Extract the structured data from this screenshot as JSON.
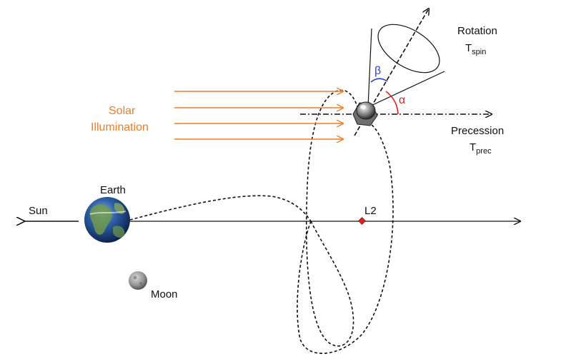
{
  "labels": {
    "sun": "Sun",
    "earth": "Earth",
    "moon": "Moon",
    "l2": "L2",
    "solar_line1": "Solar",
    "solar_line2": "Illumination",
    "rotation": "Rotation",
    "t_spin_main": "T",
    "t_spin_sub": "spin",
    "precession": "Precession",
    "t_prec_main": "T",
    "t_prec_sub": "prec",
    "beta": "β",
    "alpha": "α"
  },
  "colors": {
    "solar": "#ee7d2b",
    "beta": "#2a3fe0",
    "alpha": "#e02020",
    "l2_marker": "#e02020"
  },
  "icons": {
    "earth": "earth-globe",
    "moon": "moon-disc",
    "spacecraft": "spacecraft"
  }
}
